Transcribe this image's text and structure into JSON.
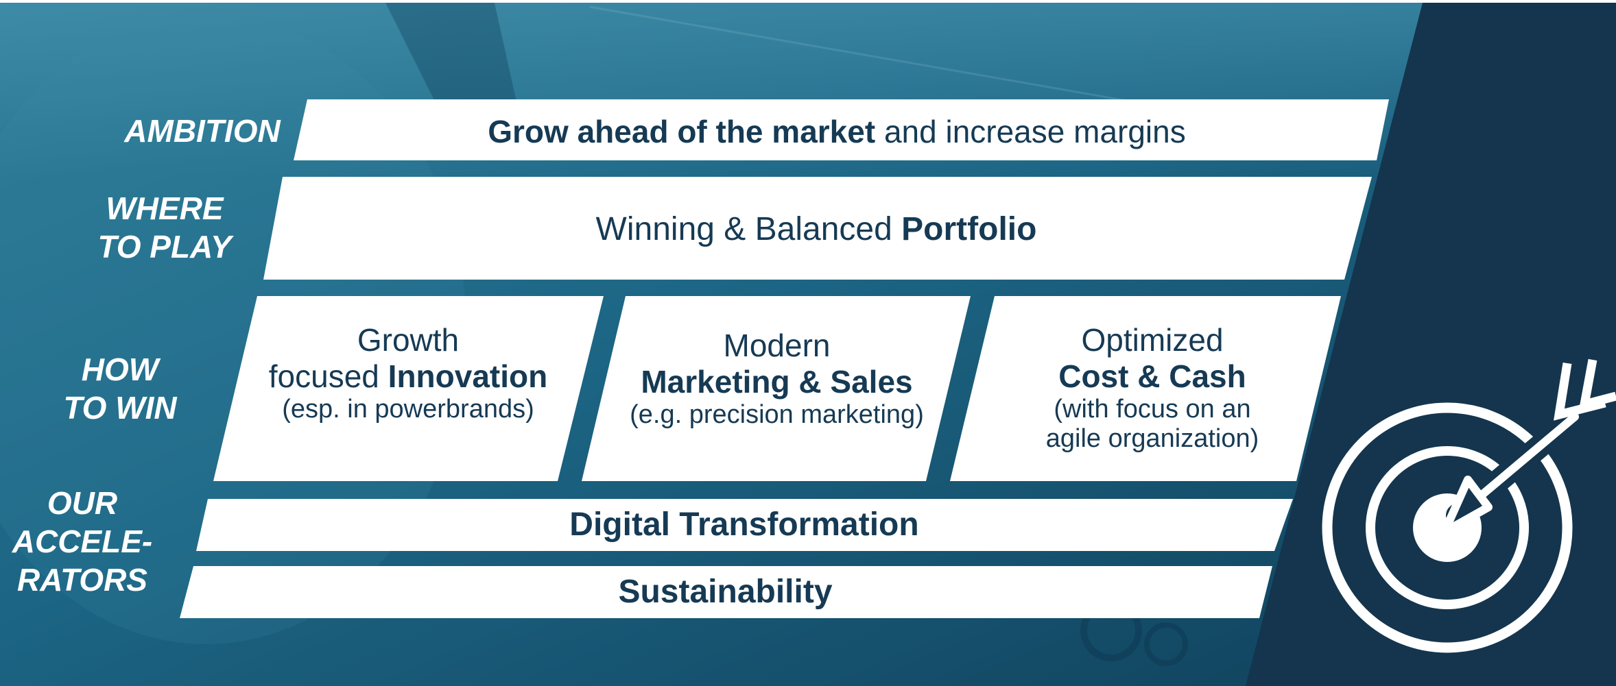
{
  "labels": {
    "ambition": "AMBITION",
    "where_to_play": [
      "WHERE",
      "TO PLAY"
    ],
    "how_to_win": [
      "HOW",
      "TO WIN"
    ],
    "accelerators": [
      "OUR",
      "ACCELE-",
      "RATORS"
    ]
  },
  "ambition": {
    "bold": "Grow ahead of the market",
    "normal": " and increase margins"
  },
  "where_to_play": {
    "normal": "Winning & Balanced ",
    "bold": "Portfolio"
  },
  "how_to_win": [
    {
      "line1": "Growth",
      "line2_normal": "focused ",
      "line2_bold": "Innovation",
      "detail": [
        "(esp. in powerbrands)"
      ]
    },
    {
      "line1": "Modern",
      "line2_bold": "Marketing & Sales",
      "detail": [
        "(e.g. precision marketing)"
      ]
    },
    {
      "line1": "Optimized",
      "line2_bold": "Cost & Cash",
      "detail": [
        "(with focus on an",
        "agile organization)"
      ]
    }
  ],
  "accelerators": {
    "digital": "Digital Transformation",
    "sustainability": "Sustainability"
  },
  "icons": {
    "target": "target-with-arrow-icon"
  },
  "colors": {
    "background": "#1a5c7a",
    "dark_panel": "#14354d",
    "text": "#163a54",
    "bar": "#ffffff"
  }
}
